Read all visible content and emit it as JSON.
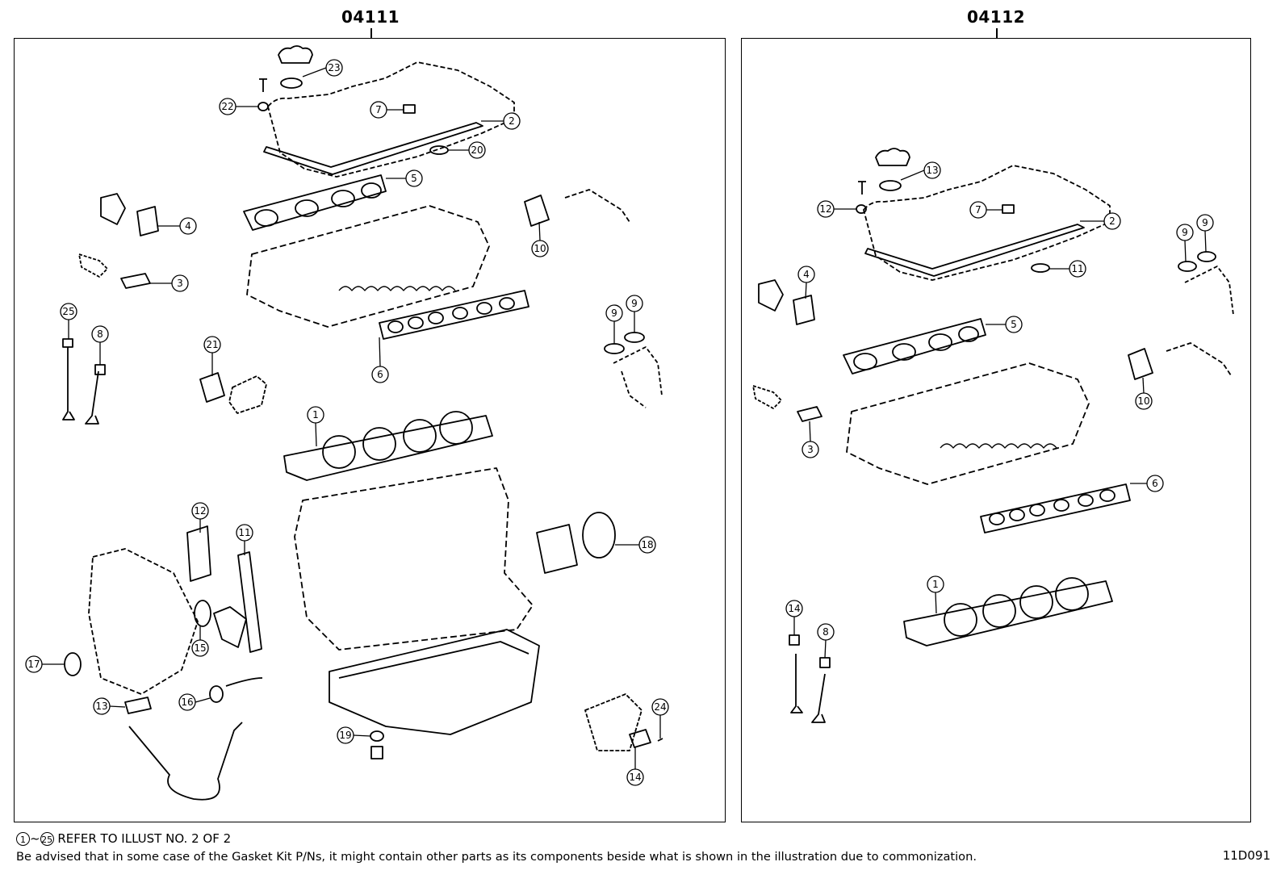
{
  "panels": [
    {
      "id": "left",
      "label": "04111"
    },
    {
      "id": "right",
      "label": "04112"
    }
  ],
  "callouts_left": [
    "23",
    "22",
    "7",
    "2",
    "20",
    "5",
    "4",
    "10",
    "3",
    "25",
    "8",
    "21",
    "9",
    "9",
    "6",
    "1",
    "12",
    "11",
    "18",
    "15",
    "17",
    "16",
    "13",
    "19",
    "24",
    "14"
  ],
  "callouts_right": [
    "13",
    "12",
    "7",
    "2",
    "9",
    "9",
    "4",
    "11",
    "5",
    "10",
    "3",
    "6",
    "1",
    "14",
    "8"
  ],
  "footer": {
    "ref_start": "1",
    "ref_tilde": "~",
    "ref_end": "25",
    "ref_text": "REFER TO ILLUST NO. 2 OF 2",
    "disclaimer": "Be advised that in some case of the Gasket Kit P/Ns,  it might contain other parts as its components beside what is shown in the illustration due to commonization.",
    "code": "11D091"
  }
}
